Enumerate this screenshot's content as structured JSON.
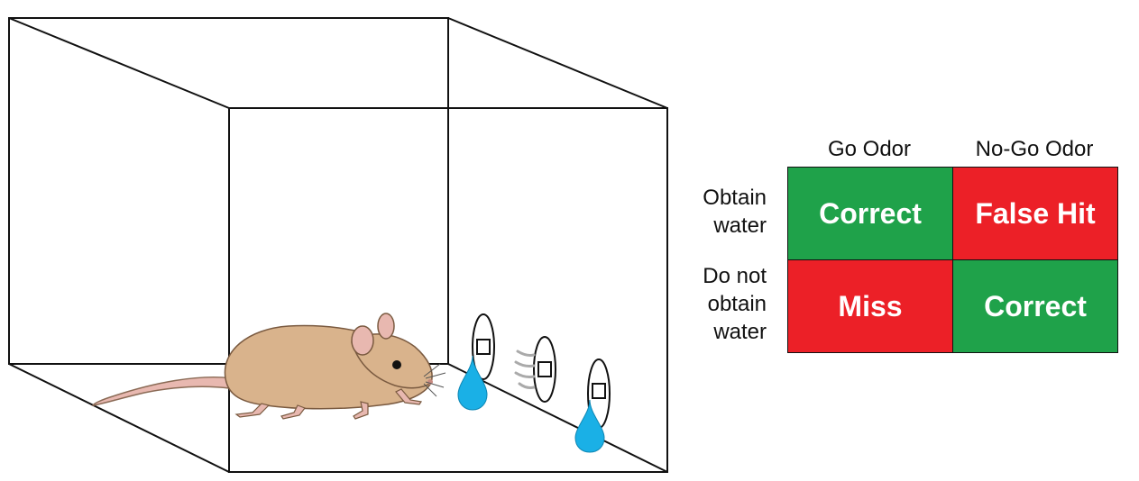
{
  "table": {
    "columns": [
      "Go Odor",
      "No-Go Odor"
    ],
    "rows": [
      {
        "label_lines": [
          "Obtain",
          "water"
        ],
        "cells": [
          {
            "text": "Correct",
            "color": "#1fa24a"
          },
          {
            "text": "False Hit",
            "color": "#ec2027"
          }
        ]
      },
      {
        "label_lines": [
          "Do not",
          "obtain",
          "water"
        ],
        "cells": [
          {
            "text": "Miss",
            "color": "#ec2027"
          },
          {
            "text": "Correct",
            "color": "#1fa24a"
          }
        ]
      }
    ]
  },
  "colors": {
    "correct": "#1fa24a",
    "error": "#ec2027",
    "water": "#1ab0e6",
    "mouse_fur": "#d9b38c"
  }
}
